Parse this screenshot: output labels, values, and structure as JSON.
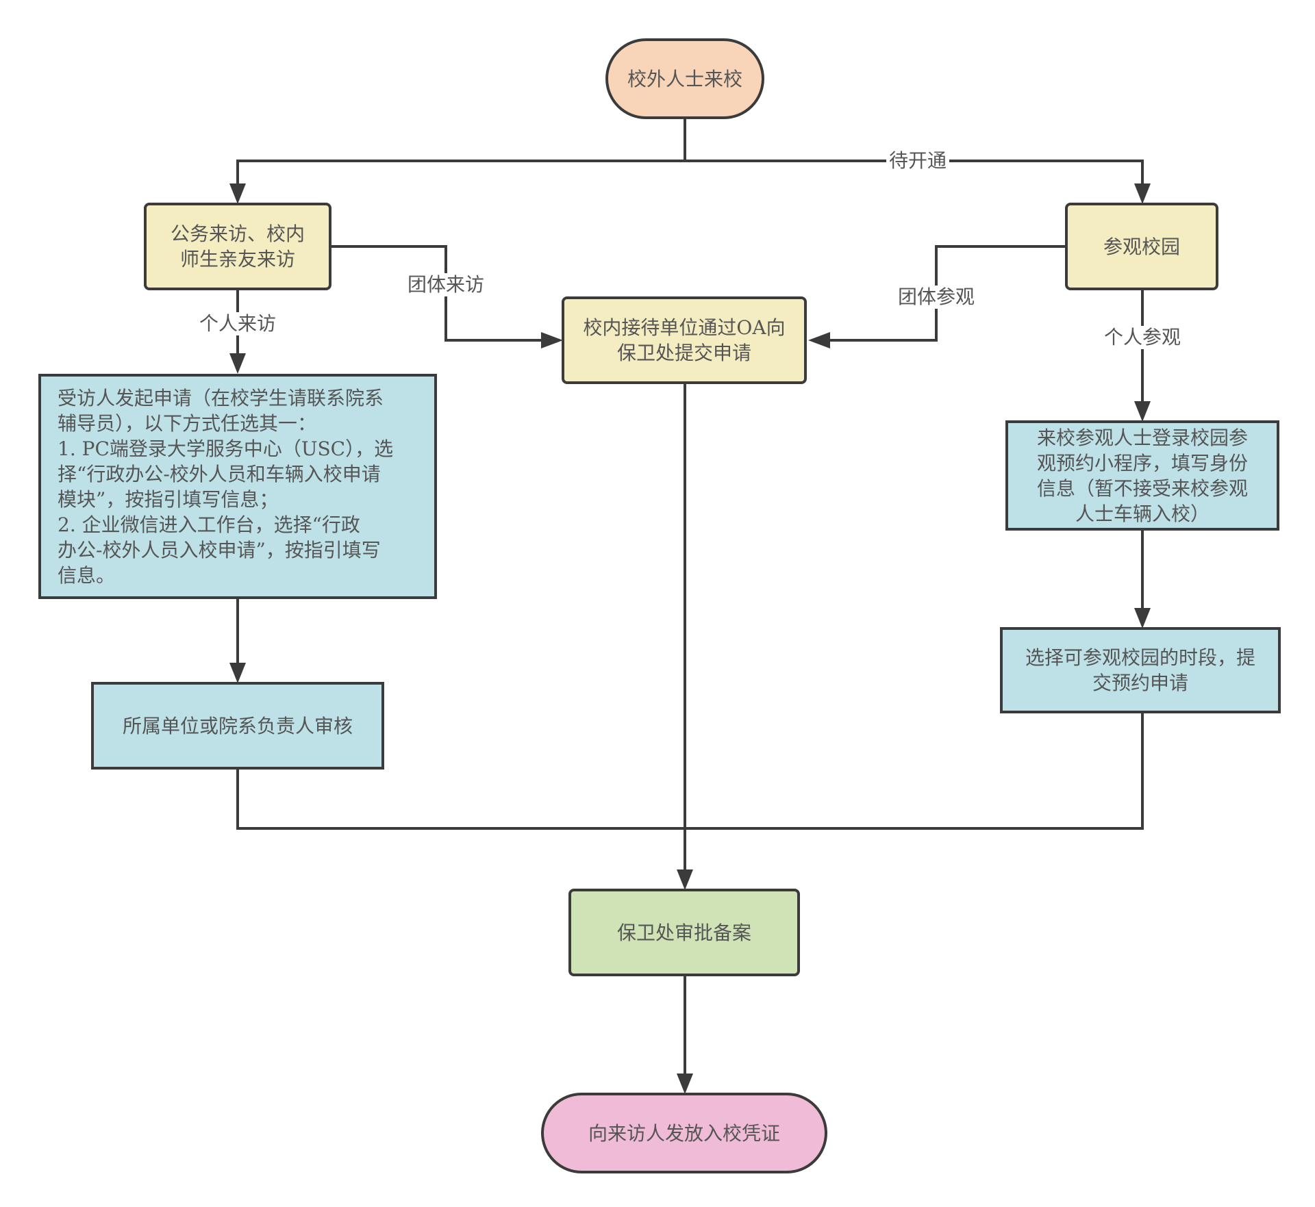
{
  "colors": {
    "start": "#f8d5b8",
    "decision": "#f5edc2",
    "process": "#bde1e7",
    "approve": "#cfe3b6",
    "end": "#efbbd6",
    "line": "#3b3b3b"
  },
  "nodes": {
    "start": "校外人士来校",
    "official": "公务来访、校内\n师生亲友来访",
    "tour": "参观校园",
    "oa": "校内接待单位通过OA向\n保卫处提交申请",
    "applicant": "受访人发起申请（在校学生请联系院系\n辅导员），以下方式任选其一：\n1. PC端登录大学服务中心（USC），选\n择“行政办公-校外人员和车辆入校申请\n模块”，按指引填写信息；\n2. 企业微信进入工作台，选择“行政\n办公-校外人员入校申请”，按指引填写\n信息。",
    "unit_review": "所属单位或院系负责人审核",
    "visitor_login": "来校参观人士登录校园参\n观预约小程序，填写身份\n信息（暂不接受来校参观\n人士车辆入校）",
    "select_time": "选择可参观校园的时段，提\n交预约申请",
    "security": "保卫处审批备案",
    "issue": "向来访人发放入校凭证"
  },
  "edges": {
    "pending": "待开通",
    "group_visit": "团体来访",
    "individual_visit": "个人来访",
    "group_tour": "团体参观",
    "individual_tour": "个人参观"
  }
}
